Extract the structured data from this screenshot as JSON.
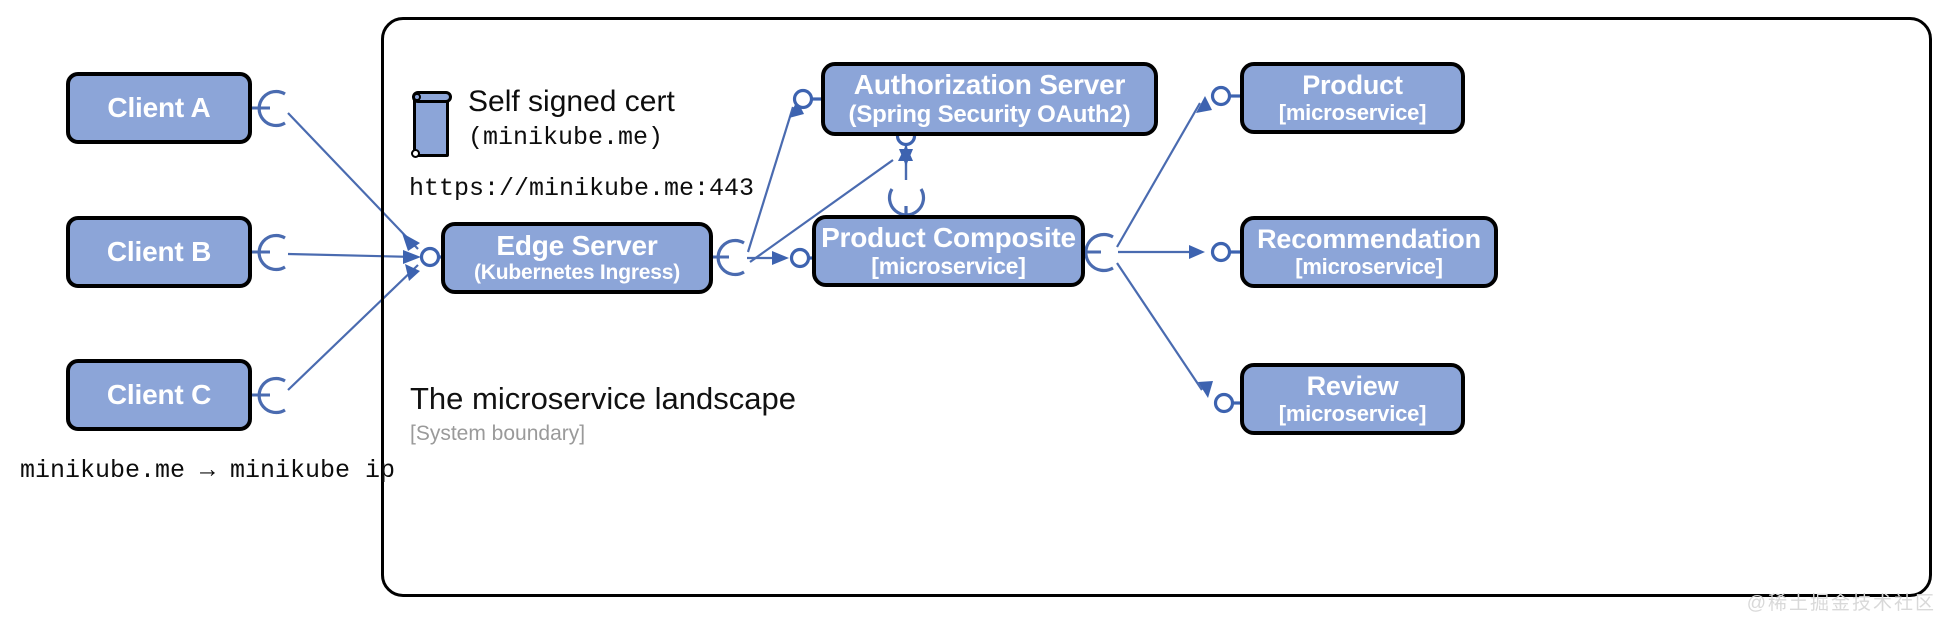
{
  "diagram": {
    "accent_box_fill": "#8ca5d8",
    "box_border": "#000000",
    "wire_color": "#4a6bb0",
    "boundary": {
      "title": "The microservice landscape",
      "subtitle": "[System boundary]"
    },
    "clients": [
      {
        "label": "Client A"
      },
      {
        "label": "Client B"
      },
      {
        "label": "Client C"
      }
    ],
    "cert": {
      "title": "Self signed cert",
      "detail": "(minikube.me)",
      "icon": "certificate-scroll-icon"
    },
    "ingress_url": "https://minikube.me:443",
    "dns_note": "minikube.me → minikube ip",
    "nodes": {
      "edge_server": {
        "title": "Edge Server",
        "subtitle": "(Kubernetes Ingress)"
      },
      "authorization_server": {
        "title": "Authorization Server",
        "subtitle": "(Spring Security OAuth2)"
      },
      "product_composite": {
        "title": "Product Composite",
        "subtitle": "[microservice]"
      },
      "product": {
        "title": "Product",
        "subtitle": "[microservice]"
      },
      "recommendation": {
        "title": "Recommendation",
        "subtitle": "[microservice]"
      },
      "review": {
        "title": "Review",
        "subtitle": "[microservice]"
      }
    },
    "watermark": "@稀土掘金技术社区"
  }
}
